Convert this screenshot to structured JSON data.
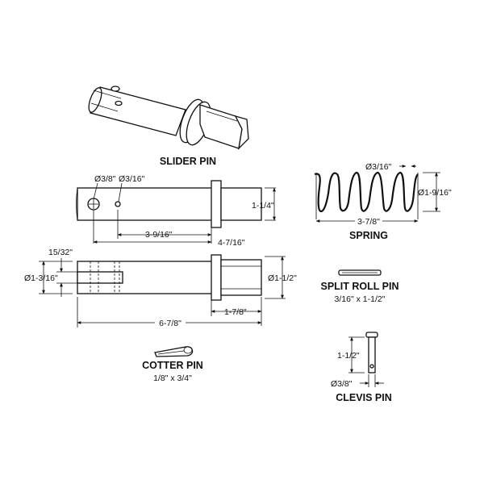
{
  "parts": {
    "slider_pin": {
      "title": "SLIDER PIN"
    },
    "spring": {
      "title": "SPRING"
    },
    "split_roll_pin": {
      "title": "SPLIT ROLL PIN",
      "size": "3/16\" x 1-1/2\""
    },
    "cotter_pin": {
      "title": "COTTER PIN",
      "size": "1/8\" x 3/4\""
    },
    "clevis_pin": {
      "title": "CLEVIS PIN"
    }
  },
  "dimensions": {
    "hole_large": "Ø3/8\"",
    "hole_small": "Ø3/16\"",
    "collar_height": "1-1/4\"",
    "hole_spacing": "3-9/16\"",
    "collar_position": "4-7/16\"",
    "spring_wire": "Ø3/16\"",
    "spring_diameter": "Ø1-9/16\"",
    "spring_length": "3-7/8\"",
    "slot_width": "15/32\"",
    "pin_diameter": "Ø1-3/16\"",
    "head_diameter": "Ø1-1/2\"",
    "head_length": "1-7/8\"",
    "overall_length": "6-7/8\"",
    "clevis_length": "1-1/2\"",
    "clevis_diameter": "Ø3/8\""
  }
}
